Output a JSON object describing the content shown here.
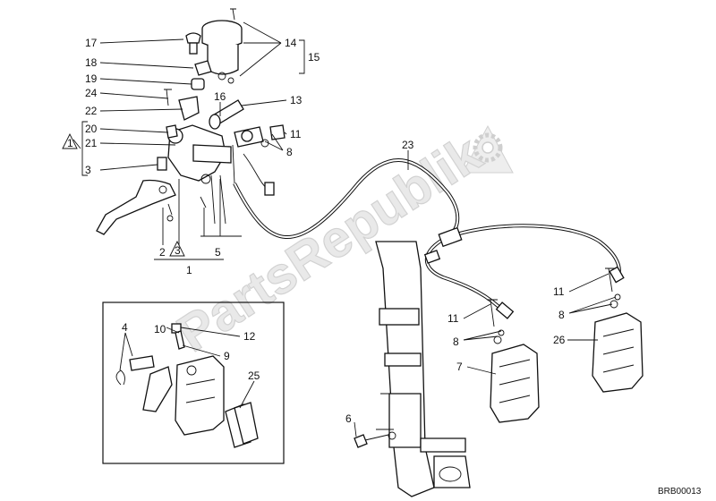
{
  "watermark": {
    "text": "PartsRepublik",
    "icon": "gear-icon"
  },
  "diagram_code": "BRB00013",
  "labels": [
    {
      "id": "l17",
      "text": "17"
    },
    {
      "id": "l14",
      "text": "14"
    },
    {
      "id": "l15",
      "text": "15"
    },
    {
      "id": "l18",
      "text": "18"
    },
    {
      "id": "l19",
      "text": "19"
    },
    {
      "id": "l24",
      "text": "24"
    },
    {
      "id": "l16",
      "text": "16"
    },
    {
      "id": "l13",
      "text": "13"
    },
    {
      "id": "l22",
      "text": "22"
    },
    {
      "id": "l20",
      "text": "20"
    },
    {
      "id": "l21",
      "text": "21"
    },
    {
      "id": "l1a",
      "text": "1"
    },
    {
      "id": "l11a",
      "text": "11"
    },
    {
      "id": "l8a",
      "text": "8"
    },
    {
      "id": "l3a",
      "text": "3"
    },
    {
      "id": "l23",
      "text": "23"
    },
    {
      "id": "l2",
      "text": "2"
    },
    {
      "id": "l3b",
      "text": "3"
    },
    {
      "id": "l5",
      "text": "5"
    },
    {
      "id": "l1b",
      "text": "1"
    },
    {
      "id": "l4",
      "text": "4"
    },
    {
      "id": "l10",
      "text": "10"
    },
    {
      "id": "l12",
      "text": "12"
    },
    {
      "id": "l9",
      "text": "9"
    },
    {
      "id": "l25",
      "text": "25"
    },
    {
      "id": "l11b",
      "text": "11"
    },
    {
      "id": "l8b",
      "text": "8"
    },
    {
      "id": "l7",
      "text": "7"
    },
    {
      "id": "l6",
      "text": "6"
    },
    {
      "id": "l11c",
      "text": "11"
    },
    {
      "id": "l8c",
      "text": "8"
    },
    {
      "id": "l26",
      "text": "26"
    }
  ]
}
